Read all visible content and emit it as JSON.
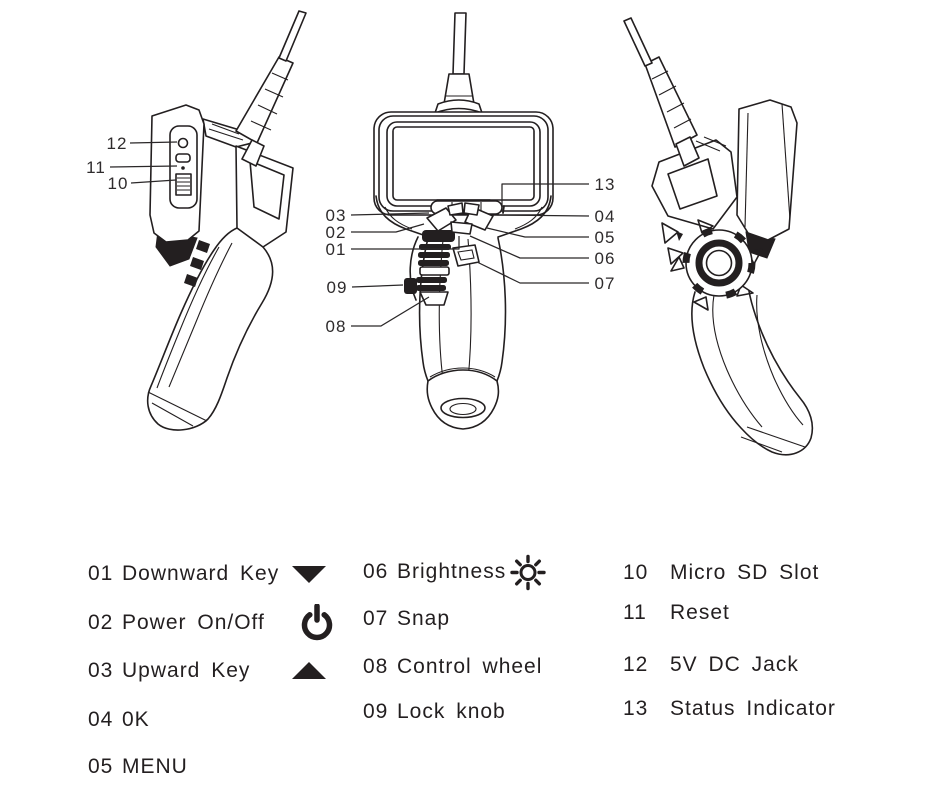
{
  "ink_color": "#231f20",
  "background_color": "#ffffff",
  "callouts": {
    "c01": "01",
    "c02": "02",
    "c03": "03",
    "c04": "04",
    "c05": "05",
    "c06": "06",
    "c07": "07",
    "c08": "08",
    "c09": "09",
    "c10": "10",
    "c11": "11",
    "c12": "12",
    "c13": "13"
  },
  "legend": {
    "columns": [
      {
        "items": [
          {
            "num": "01",
            "label": "Downward Key",
            "icon": "triangle-down-icon"
          },
          {
            "num": "02",
            "label": "Power On/Off",
            "icon": "power-icon"
          },
          {
            "num": "03",
            "label": "Upward Key",
            "icon": "triangle-up-icon"
          },
          {
            "num": "04",
            "label": "0K",
            "icon": ""
          },
          {
            "num": "05",
            "label": "MENU",
            "icon": ""
          }
        ]
      },
      {
        "items": [
          {
            "num": "06",
            "label": "Brightness",
            "icon": "sun-icon"
          },
          {
            "num": "07",
            "label": "Snap",
            "icon": ""
          },
          {
            "num": "08",
            "label": "Control wheel",
            "icon": ""
          },
          {
            "num": "09",
            "label": "Lock knob",
            "icon": ""
          }
        ]
      },
      {
        "items": [
          {
            "num": "10",
            "label": "Micro SD Slot",
            "icon": ""
          },
          {
            "num": "11",
            "label": "Reset",
            "icon": ""
          },
          {
            "num": "12",
            "label": "5V DC Jack",
            "icon": ""
          },
          {
            "num": "13",
            "label": "Status Indicator",
            "icon": ""
          }
        ]
      }
    ]
  }
}
